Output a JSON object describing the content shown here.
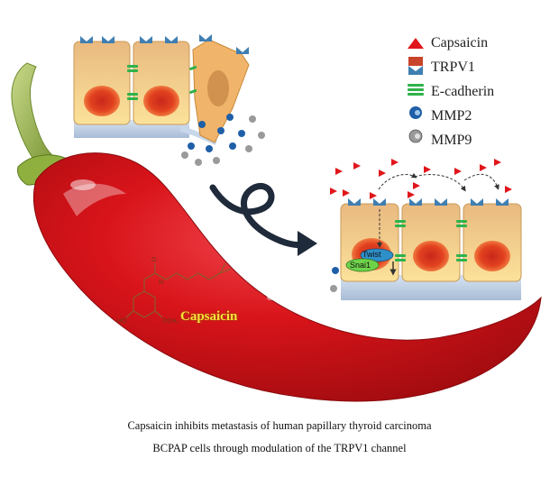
{
  "legend": {
    "items": [
      {
        "label": "Capsaicin",
        "icon": "triangle-icon",
        "color": "#e0161b"
      },
      {
        "label": "TRPV1",
        "icon": "channel-icon",
        "color": "#c8442a"
      },
      {
        "label": "E-cadherin",
        "icon": "cadherin-icon",
        "color": "#2fb34a"
      },
      {
        "label": "MMP2",
        "icon": "mmp2-icon",
        "color": "#1f5fa8"
      },
      {
        "label": "MMP9",
        "icon": "mmp9-icon",
        "color": "#888888"
      }
    ]
  },
  "molecule": {
    "label": "Capsaicin"
  },
  "nucleus": {
    "twist": "Twist",
    "snai1": "Snai1"
  },
  "caption": {
    "line1": "Capsaicin inhibits metastasis of human papillary thyroid carcinoma",
    "line2": "BCPAP cells through modulation of the TRPV1 channel"
  },
  "colors": {
    "pepper": "#d8141a",
    "stem": "#9ab94a",
    "cell": "#f4c782",
    "nucleus": "#e23a1f",
    "membrane": "#bfd1e6",
    "arrow": "#1f2a3a"
  }
}
